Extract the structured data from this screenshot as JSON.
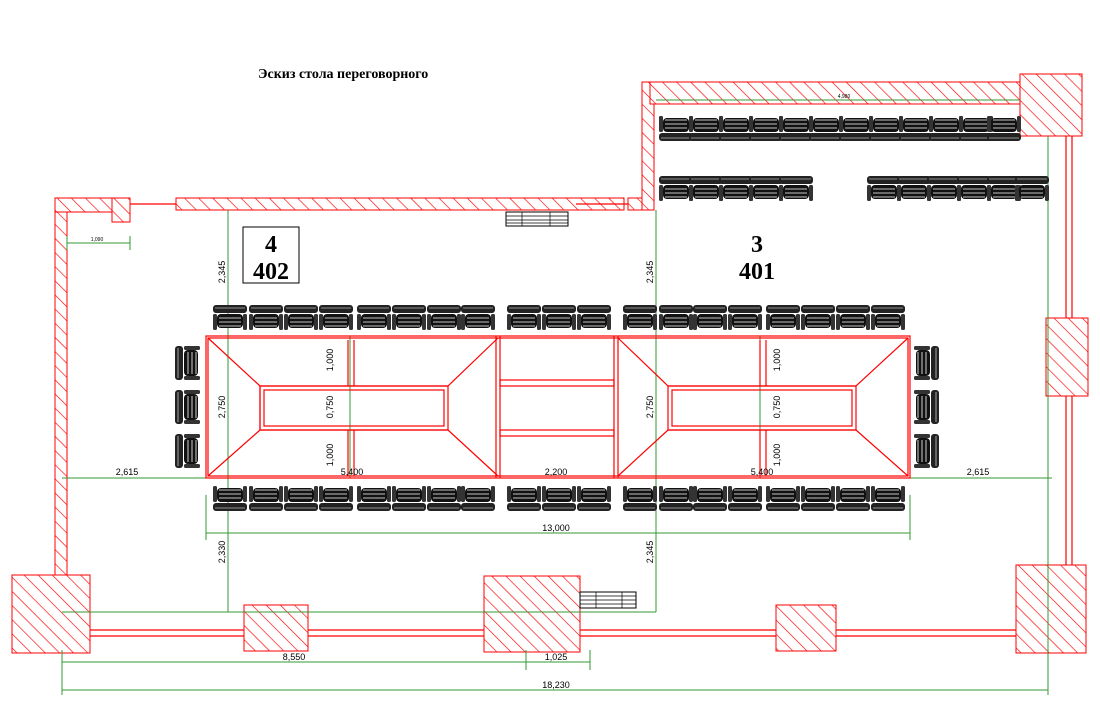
{
  "title": "Эскиз стола переговорного",
  "rooms": [
    {
      "number": "4",
      "code": "402"
    },
    {
      "number": "3",
      "code": "401"
    }
  ],
  "dimensions": {
    "left_offset": "2,615",
    "right_offset": "2,615",
    "table_left": "5,400",
    "table_center": "2,200",
    "table_right": "5,400",
    "table_total": "13,000",
    "width_left": "2,750",
    "width_right": "2,750",
    "seg_top_left": "1,000",
    "seg_mid_left": "0,750",
    "seg_bot_left": "1,000",
    "seg_top_right": "1,000",
    "seg_mid_right": "0,750",
    "seg_bot_right": "1,000",
    "top_gap_left": "2,345",
    "top_gap_right": "2,345",
    "bottom_gap_left": "2,330",
    "bottom_gap_right": "2,345",
    "wall_8550": "8,550",
    "wall_1025": "1,025",
    "overall": "18,230",
    "small_left": "1,090",
    "small_top": "4,980"
  },
  "colors": {
    "walls": "#ff0000",
    "dimension_lines": "#339933",
    "chairs": "#000000"
  }
}
